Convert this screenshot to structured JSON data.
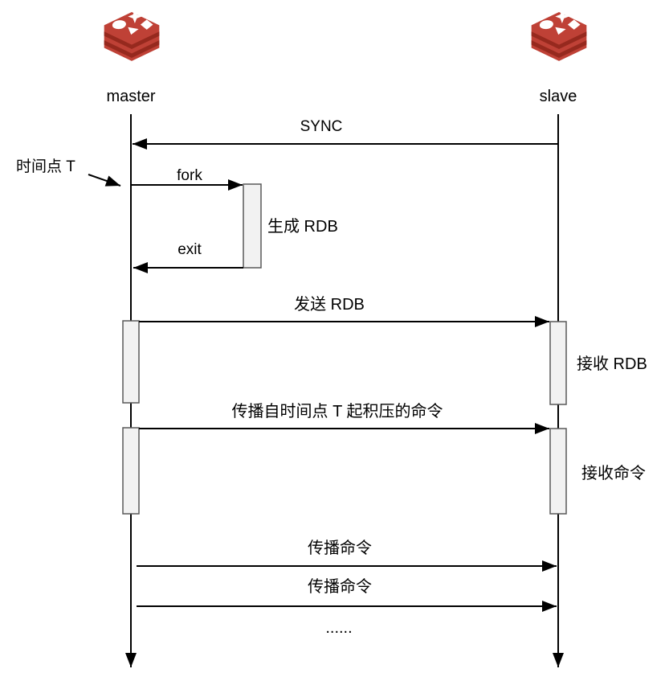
{
  "diagram": {
    "actors": [
      {
        "label": "master",
        "icon": "redis-icon"
      },
      {
        "label": "slave",
        "icon": "redis-icon"
      }
    ],
    "labels": {
      "sync": "SYNC",
      "time_point": "时间点 T",
      "fork": "fork",
      "generate_rdb": "生成 RDB",
      "exit": "exit",
      "send_rdb": "发送 RDB",
      "receive_rdb": "接收 RDB",
      "propagate_backlog": "传播自时间点 T 起积压的命令",
      "receive_cmd": "接收命令",
      "propagate_cmd_1": "传播命令",
      "propagate_cmd_2": "传播命令",
      "ellipsis": "......"
    },
    "colors": {
      "redis_red": "#BF4136",
      "redis_dark_red": "#96291E",
      "line": "#000000",
      "activation_fill": "#F2F2F2",
      "activation_border": "#595959"
    }
  }
}
